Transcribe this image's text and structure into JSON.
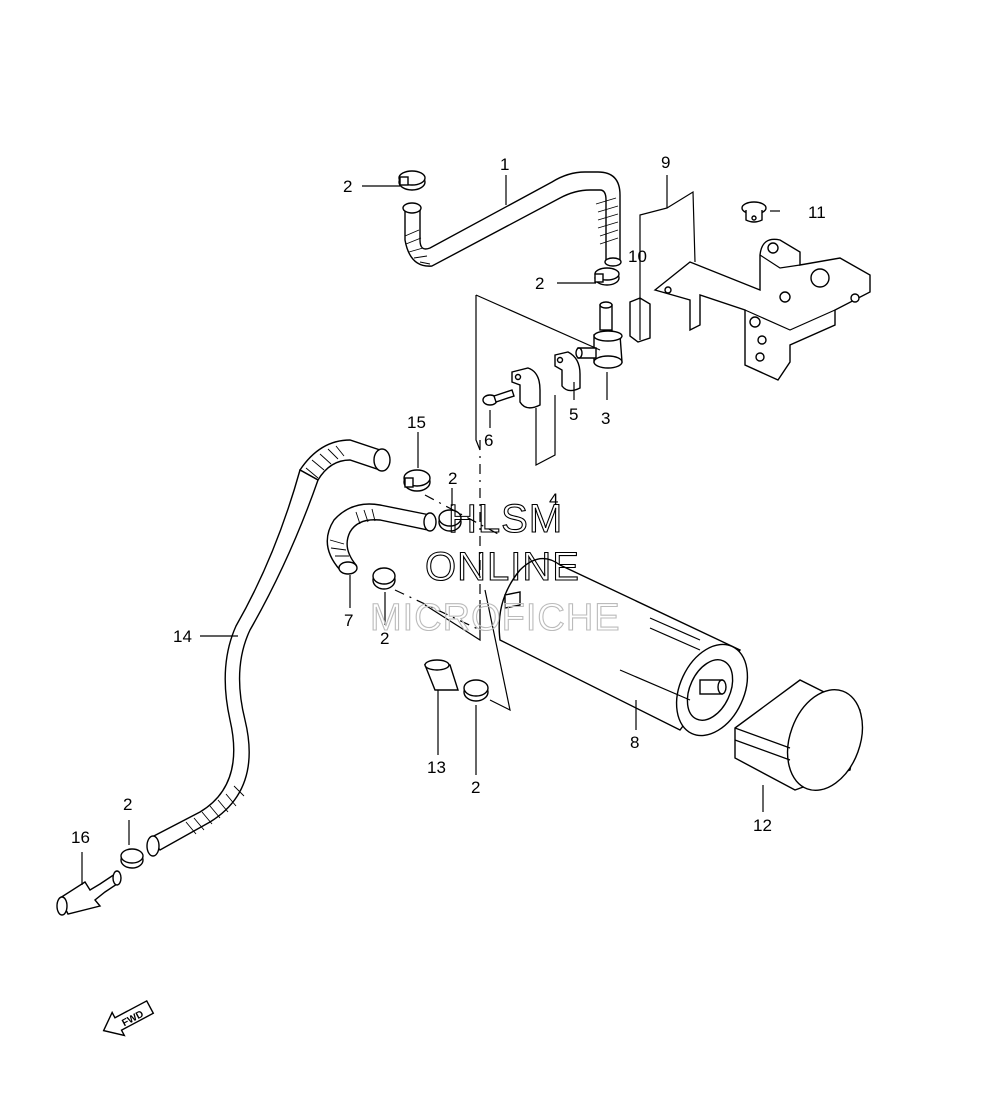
{
  "callouts": [
    {
      "id": "c1",
      "text": "1"
    },
    {
      "id": "c2a",
      "text": "2"
    },
    {
      "id": "c2b",
      "text": "2"
    },
    {
      "id": "c2c",
      "text": "2"
    },
    {
      "id": "c2d",
      "text": "2"
    },
    {
      "id": "c2e",
      "text": "2"
    },
    {
      "id": "c2f",
      "text": "2"
    },
    {
      "id": "c3",
      "text": "3"
    },
    {
      "id": "c4",
      "text": "4"
    },
    {
      "id": "c5",
      "text": "5"
    },
    {
      "id": "c6",
      "text": "6"
    },
    {
      "id": "c7",
      "text": "7"
    },
    {
      "id": "c8",
      "text": "8"
    },
    {
      "id": "c9",
      "text": "9"
    },
    {
      "id": "c10",
      "text": "10"
    },
    {
      "id": "c11",
      "text": "11"
    },
    {
      "id": "c12",
      "text": "12"
    },
    {
      "id": "c13",
      "text": "13"
    },
    {
      "id": "c14",
      "text": "14"
    },
    {
      "id": "c15",
      "text": "15"
    },
    {
      "id": "c16",
      "text": "16"
    }
  ],
  "watermark": {
    "line1": "HLSM",
    "line2": "ONLINE",
    "line3": "MICROFICHE"
  },
  "fwd_arrow": {
    "label": "FWD",
    "icon": "fwd-arrow-icon"
  }
}
